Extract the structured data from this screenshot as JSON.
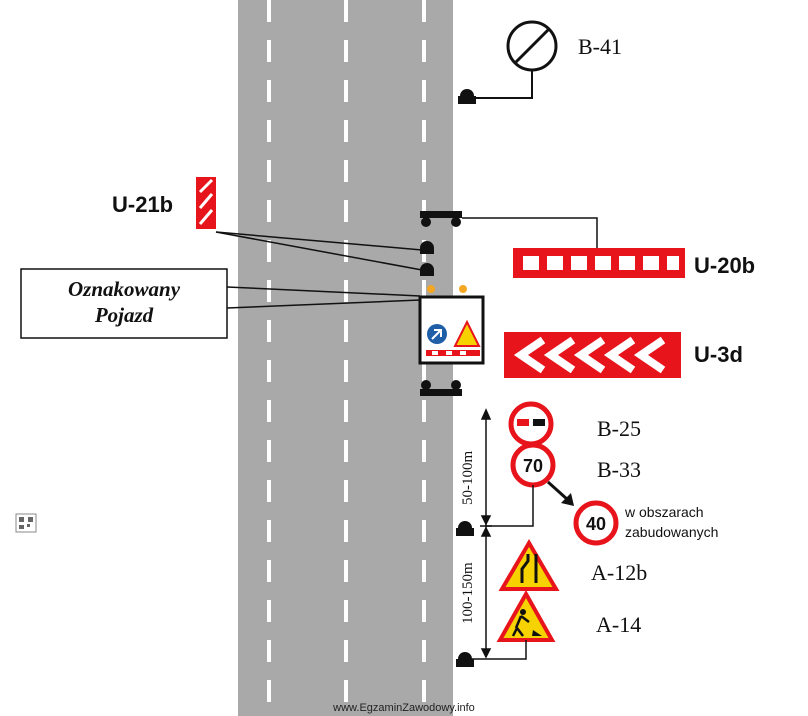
{
  "labels": {
    "b41": "B-41",
    "u21b": "U-21b",
    "u20b": "U-20b",
    "u3d": "U-3d",
    "b25": "B-25",
    "b33": "B-33",
    "a12b": "A-12b",
    "a14": "A-14",
    "vehicle_line1": "Oznakowany",
    "vehicle_line2": "Pojazd",
    "builtup_line1": "w obszarach",
    "builtup_line2": "zabudowanych",
    "dist_upper": "50-100m",
    "dist_lower": "100-150m",
    "speed_limit": "70",
    "speed_builtup": "40",
    "footer": "www.EgzaminZawodowy.info"
  },
  "colors": {
    "road": "#a9a9a9",
    "sign_red": "#e8141b",
    "warning_yellow": "#f6d200",
    "arrow_blue": "#1f5fa8"
  }
}
